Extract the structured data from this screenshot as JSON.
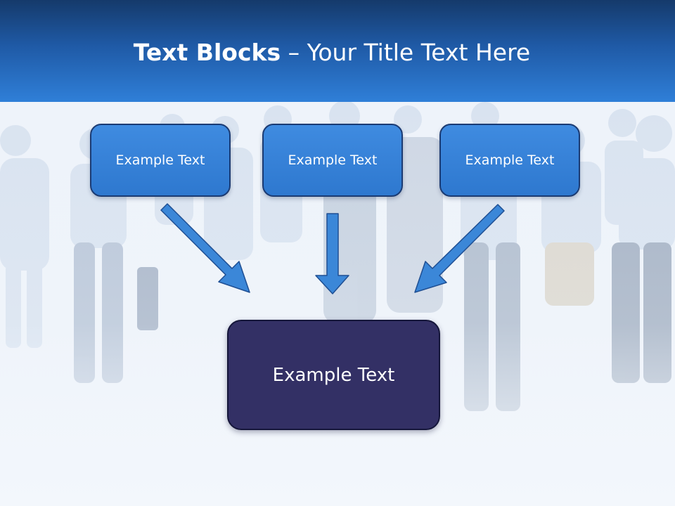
{
  "slide": {
    "title_bold": "Text Blocks",
    "title_separator": " – ",
    "title_rest": "Your Title Text Here"
  },
  "blocks": {
    "top": [
      "Example Text",
      "Example Text",
      "Example Text"
    ],
    "bottom": "Example Text"
  },
  "colors": {
    "header_dark": "#153a6b",
    "header_light": "#2f7fd8",
    "box_blue": "#3a86dc",
    "box_dark": "#333065",
    "arrow_blue": "#3b87d8",
    "arrow_outline": "#1f4f93"
  },
  "background_image": "crowd-of-business-people-walking"
}
